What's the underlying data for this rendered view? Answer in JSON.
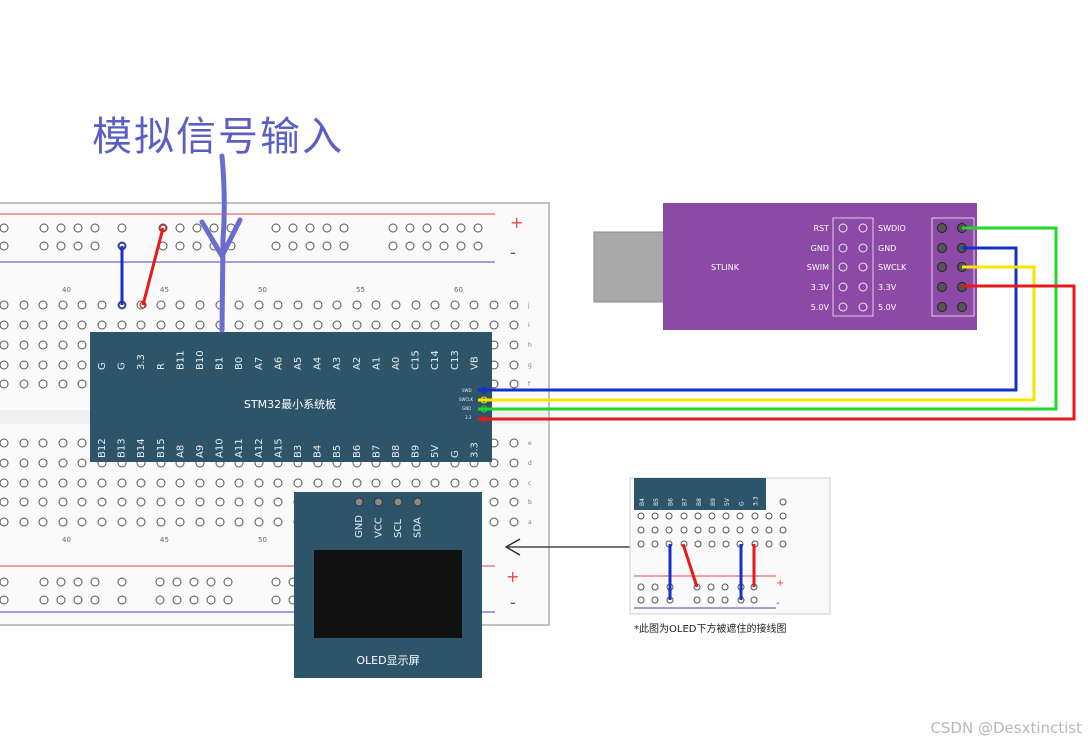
{
  "title": "模拟信号输入",
  "watermark": "CSDN @Desxtinctist",
  "note": "*此图为OLED下方被遮住的接线图",
  "stm32": {
    "label": "STM32最小系统板",
    "top_pins": [
      "G",
      "G",
      "3.3",
      "R",
      "B11",
      "B10",
      "B1",
      "B0",
      "A7",
      "A6",
      "A5",
      "A4",
      "A3",
      "A2",
      "A1",
      "A0",
      "C15",
      "C14",
      "C13",
      "VB"
    ],
    "bottom_pins": [
      "B12",
      "B13",
      "B14",
      "B15",
      "A8",
      "A9",
      "A10",
      "A11",
      "A12",
      "A15",
      "B3",
      "B4",
      "B5",
      "B6",
      "B7",
      "B8",
      "B9",
      "5V",
      "G",
      "3.3"
    ],
    "side_pins": [
      "SWD",
      "SWCLK",
      "GND",
      "3.3"
    ]
  },
  "stlink": {
    "label": "STLINK",
    "left_labels": [
      "RST",
      "GND",
      "SWIM",
      "3.3V",
      "5.0V"
    ],
    "right_labels": [
      "SWDIO",
      "GND",
      "SWCLK",
      "3.3V",
      "5.0V"
    ]
  },
  "oled": {
    "label": "OLED显示屏",
    "pins": [
      "GND",
      "VCC",
      "SCL",
      "SDA"
    ]
  },
  "inset": {
    "pins": [
      "B4",
      "B5",
      "B6",
      "B7",
      "B8",
      "B9",
      "5V",
      "G",
      "3.3"
    ]
  },
  "breadboard": {
    "plus": "+",
    "minus": "-",
    "col_numbers": [
      "40",
      "45",
      "50",
      "55",
      "60"
    ],
    "row_letters_top": [
      "j",
      "i",
      "h",
      "g",
      "f"
    ],
    "row_letters_bottom": [
      "e",
      "d",
      "c",
      "b",
      "a"
    ]
  },
  "colors": {
    "title": "#5b5fc4",
    "board": "#2e5469",
    "stlink": "#8c4aa6",
    "wire_red": "#e31b1b",
    "wire_blue": "#1530c8",
    "wire_yellow": "#f5e600",
    "wire_green": "#22d82a",
    "annotation": "#6a6cd0"
  }
}
